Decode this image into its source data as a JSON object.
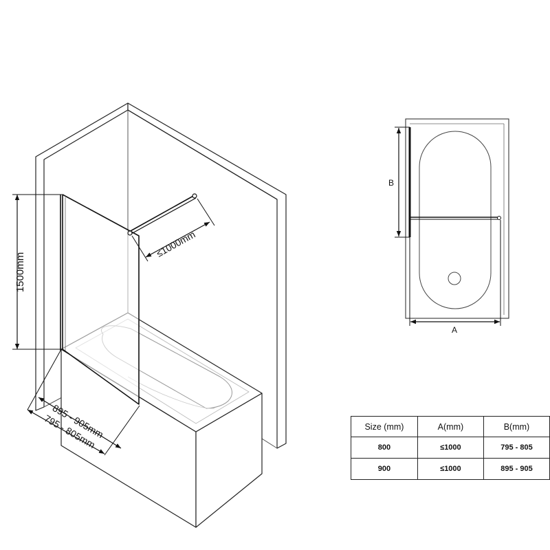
{
  "drawing": {
    "height_label": "1500mm",
    "arm_label": "≤1000mm",
    "width_label_a": "895 - 905mm",
    "width_label_b": "795 - 805mm",
    "plan_label_b": "B",
    "plan_label_a": "A"
  },
  "spec_table": {
    "headers": [
      "Size (mm)",
      "A(mm)",
      "B(mm)"
    ],
    "rows": [
      [
        "800",
        "≤1000",
        "795 - 805"
      ],
      [
        "900",
        "≤1000",
        "895 - 905"
      ]
    ]
  }
}
